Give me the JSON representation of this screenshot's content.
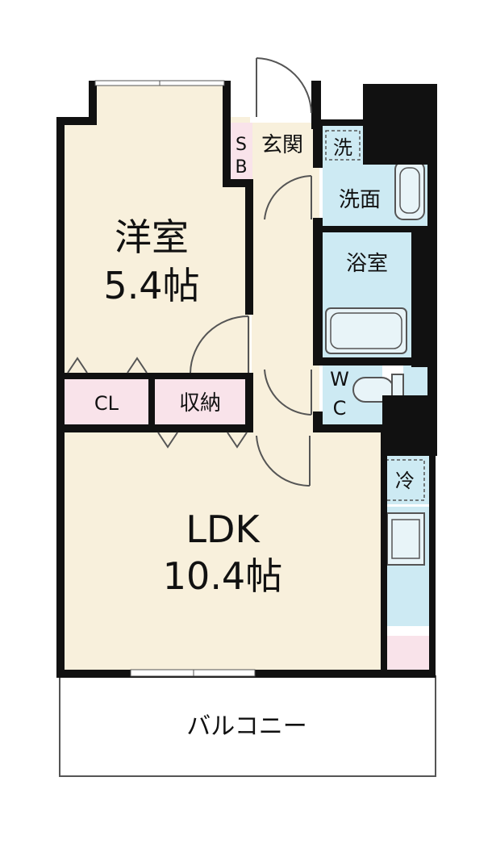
{
  "colors": {
    "wall": "#111111",
    "room_floor": "#f8f0dc",
    "storage": "#f9e3ea",
    "wet": "#cdeaf3",
    "fixture": "#e8f4f8",
    "balcony": "#ffffff",
    "line": "#555555"
  },
  "rooms": {
    "western": {
      "name": "洋室",
      "size": "5.4帖"
    },
    "ldk": {
      "name": "LDK",
      "size": "10.4帖"
    },
    "entrance": "玄関",
    "shoebox_s": "S",
    "shoebox_b": "B",
    "closet": "CL",
    "storage": "収納",
    "washing_machine": "洗",
    "washroom": "洗面",
    "bathroom": "浴室",
    "toilet_w": "W",
    "toilet_c": "C",
    "fridge": "冷",
    "balcony": "バルコニー"
  }
}
